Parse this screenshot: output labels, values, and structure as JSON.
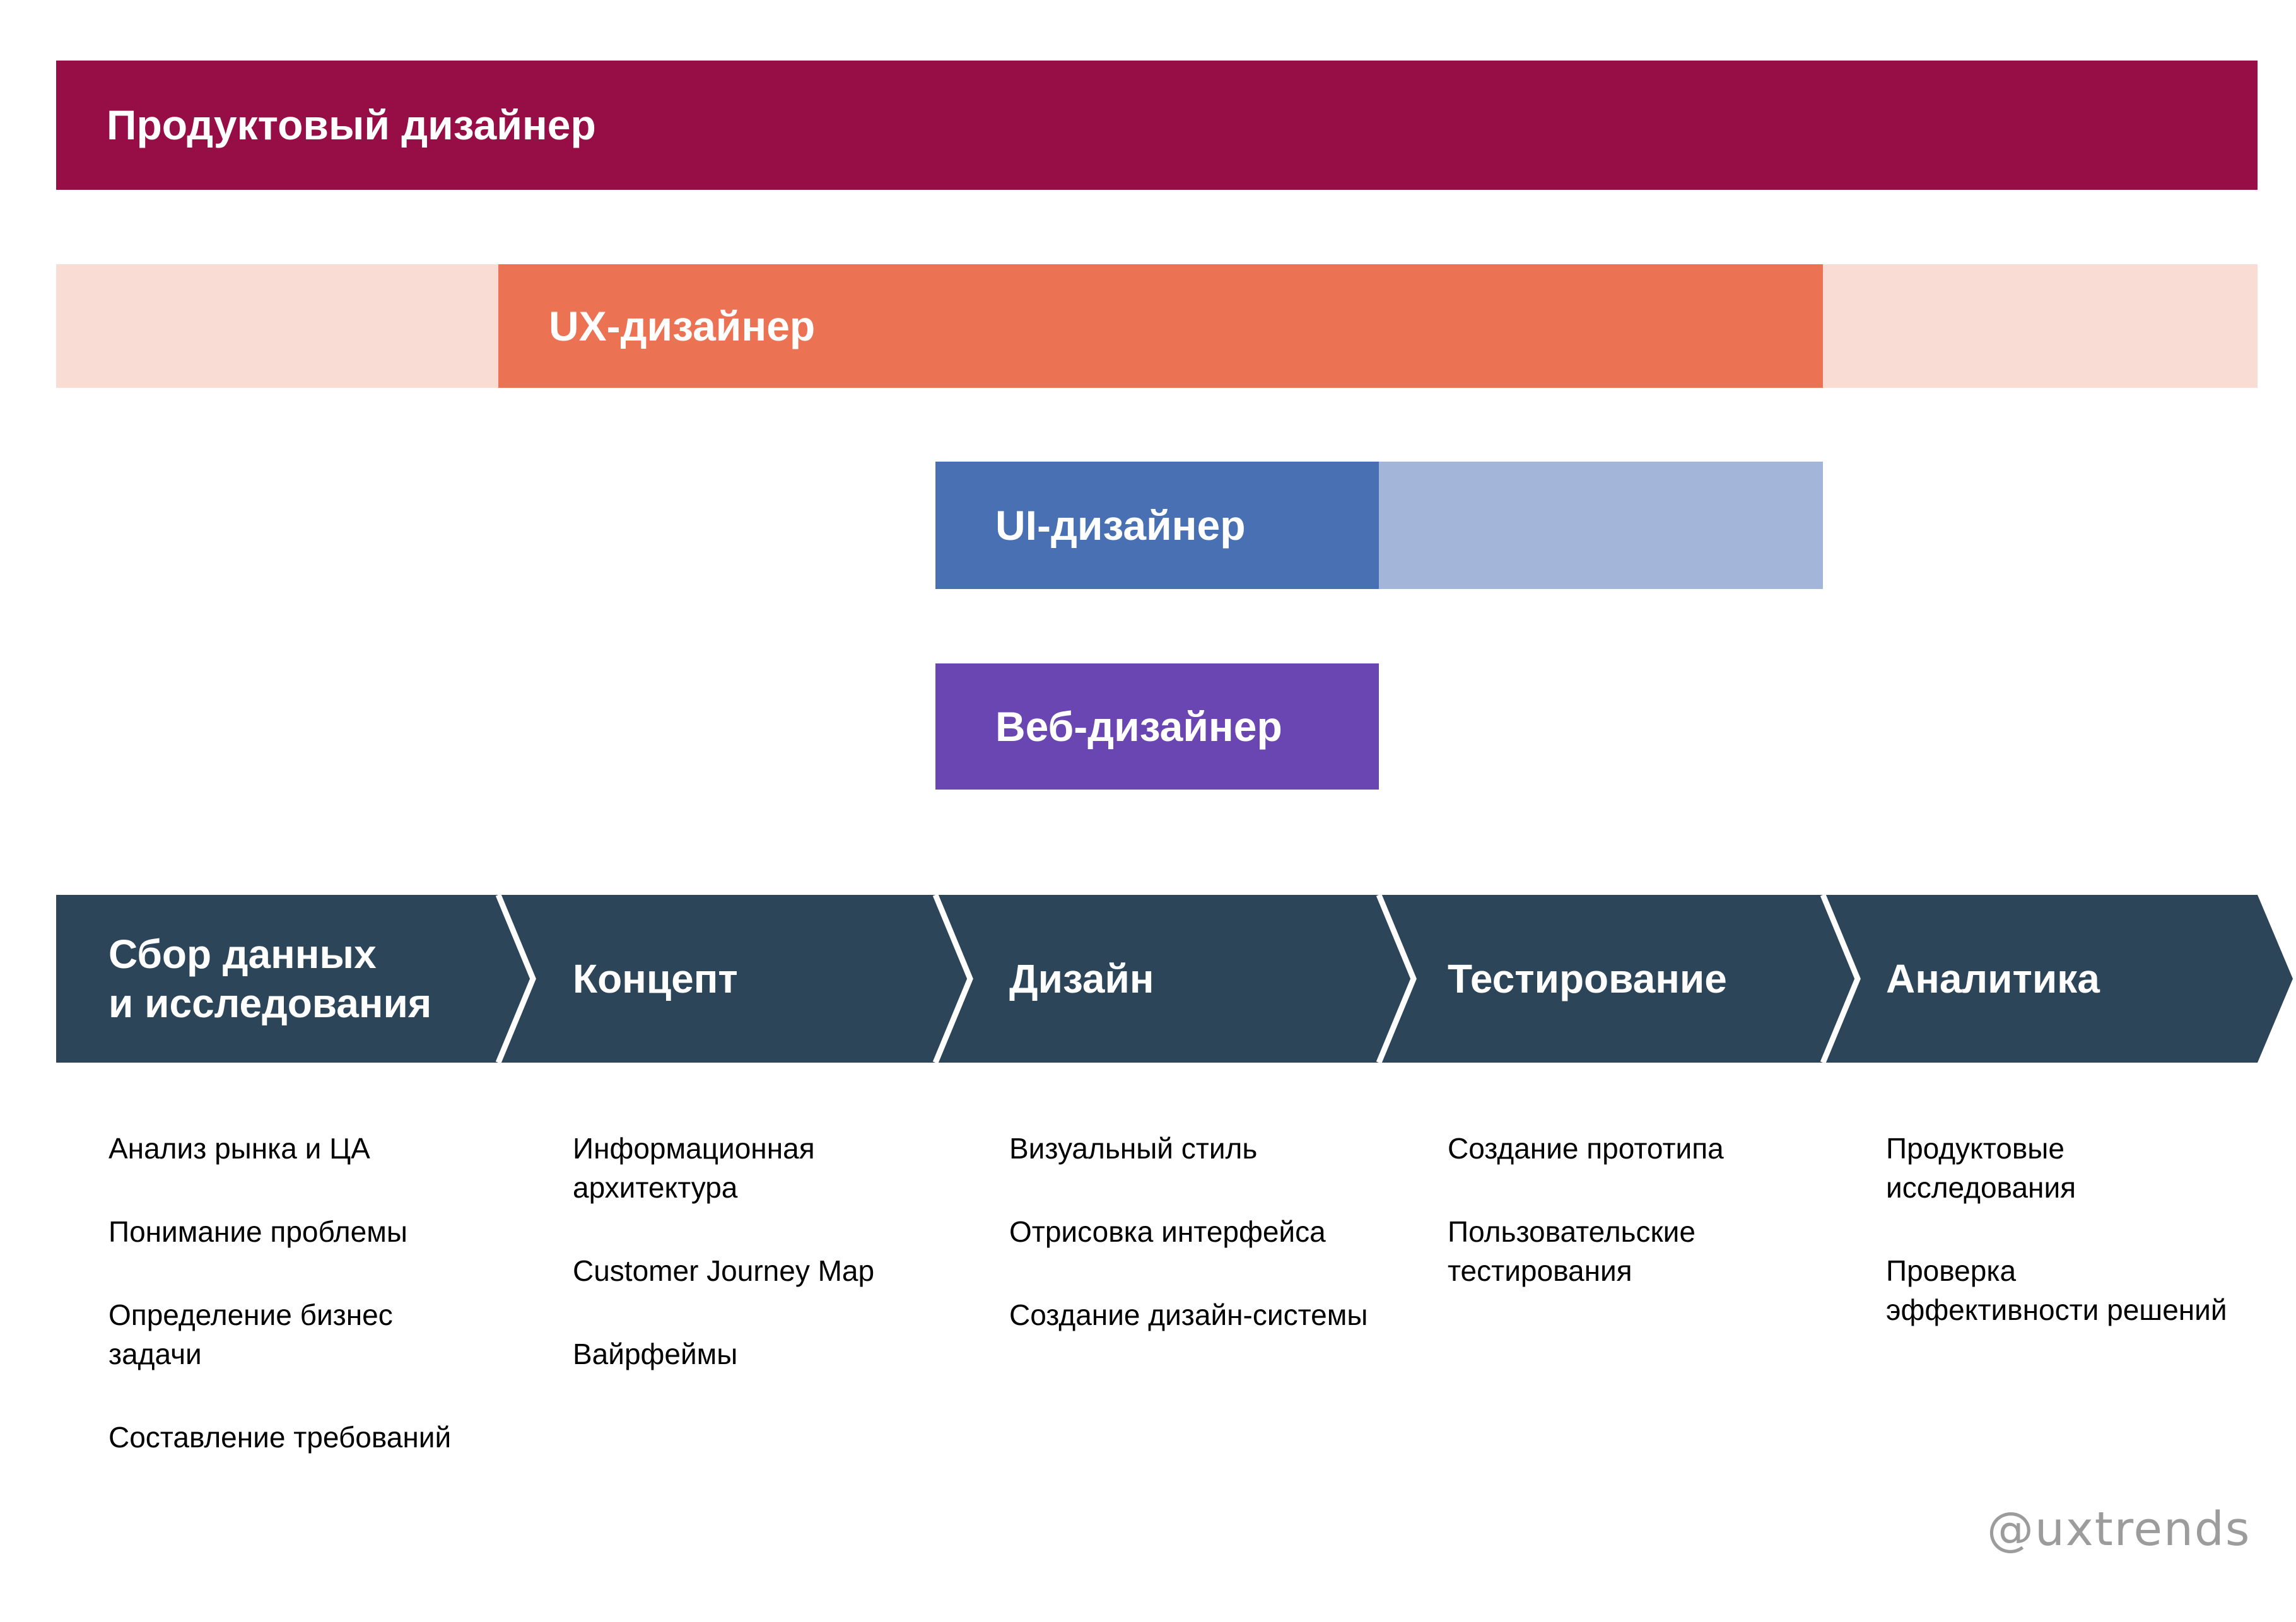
{
  "colors": {
    "crimson": "#970D45",
    "pink": "#F9DCD3",
    "orange": "#EC7254",
    "blue_dark": "#4870B2",
    "blue_light": "#A3B5D8",
    "purple": "#6A46B2",
    "navy": "#2C4559",
    "gray": "#9C9C9C"
  },
  "roles": [
    {
      "label": "Продуктовый дизайнер"
    },
    {
      "label": "UX-дизайнер"
    },
    {
      "label": "UI-дизайнер"
    },
    {
      "label": "Веб-дизайнер"
    }
  ],
  "phases": [
    {
      "label": "Сбор данных\nи исследования",
      "items": [
        "Анализ рынка и ЦА",
        "Понимание проблемы",
        "Определение бизнес\nзадачи",
        "Составление требований"
      ]
    },
    {
      "label": "Концепт",
      "items": [
        "Информационная\nархитектура",
        "Customer Journey Map",
        "Вайрфеймы"
      ]
    },
    {
      "label": "Дизайн",
      "items": [
        "Визуальный стиль",
        "Отрисовка интерфейса",
        "Создание дизайн-системы"
      ]
    },
    {
      "label": "Тестирование",
      "items": [
        "Создание прототипа",
        "Пользовательские\nтестирования"
      ]
    },
    {
      "label": "Аналитика",
      "items": [
        "Продуктовые\nисследования",
        "Проверка\nэффективности решений"
      ]
    }
  ],
  "watermark": "@uxtrends"
}
